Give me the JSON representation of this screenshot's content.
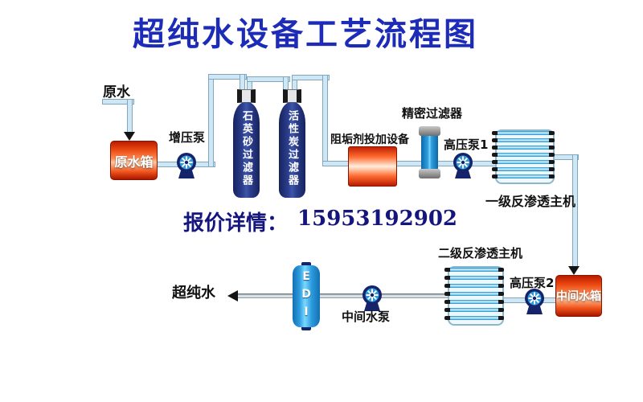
{
  "title": "超纯水设备工艺流程图",
  "quote": {
    "label": "报价详情：",
    "phone": "15953192902"
  },
  "nodes": {
    "raw_water": "原水",
    "raw_tank": "原水箱",
    "booster_pump": "增压泵",
    "quartz_filter": "石英砂过滤器",
    "carbon_filter": "活性炭过滤器",
    "antiscalant": "阻垢剂投加设备",
    "precision_filter": "精密过滤器",
    "hp_pump1": "高压泵1",
    "ro_stage1": "一级反渗透主机",
    "ro_stage2": "二级反渗透主机",
    "hp_pump2": "高压泵2",
    "mid_tank": "中间水箱",
    "mid_pump": "中间水泵",
    "edi": "EDI",
    "ultrapure": "超纯水"
  },
  "colors": {
    "title_blue": "#1d2cb8",
    "quote_navy": "#15157e",
    "pipe_fill": "#cfe6f4",
    "pipe_border": "#7fa8c0",
    "tank_red": "#e8440e",
    "cylinder_navy": "#2c3f8e",
    "pump_blue": "#2f9ad8",
    "membrane_cyan": "#1690cc"
  }
}
